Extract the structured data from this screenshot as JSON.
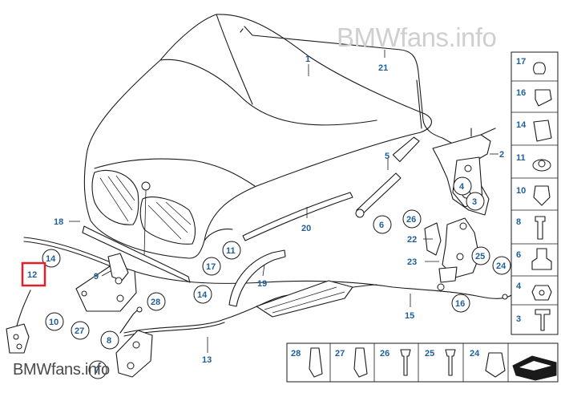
{
  "watermark": {
    "top": "BMWfans.info",
    "bottom": "BMWfans.info"
  },
  "callouts": {
    "p1": "1",
    "p2": "2",
    "p3": "3",
    "p4": "4",
    "p5": "5",
    "p6": "6",
    "p7": "7",
    "p8": "8",
    "p9": "9",
    "p10": "10",
    "p11": "11",
    "p12": "12",
    "p13": "13",
    "p14a": "14",
    "p14b": "14",
    "p15": "15",
    "p16": "16",
    "p17": "17",
    "p18": "18",
    "p19": "19",
    "p20": "20",
    "p21": "21",
    "p22": "22",
    "p23": "23",
    "p24": "24",
    "p25": "25",
    "p26": "26",
    "p27": "27",
    "p28": "28"
  },
  "highlighted_callout": "12",
  "highlight_color": "#e0202b",
  "label_color": "#1f5f97",
  "sidebar_parts": [
    "17",
    "16",
    "14",
    "11",
    "10",
    "8",
    "6",
    "4",
    "3"
  ],
  "bottom_parts": [
    "28",
    "27",
    "26",
    "25",
    "24"
  ]
}
